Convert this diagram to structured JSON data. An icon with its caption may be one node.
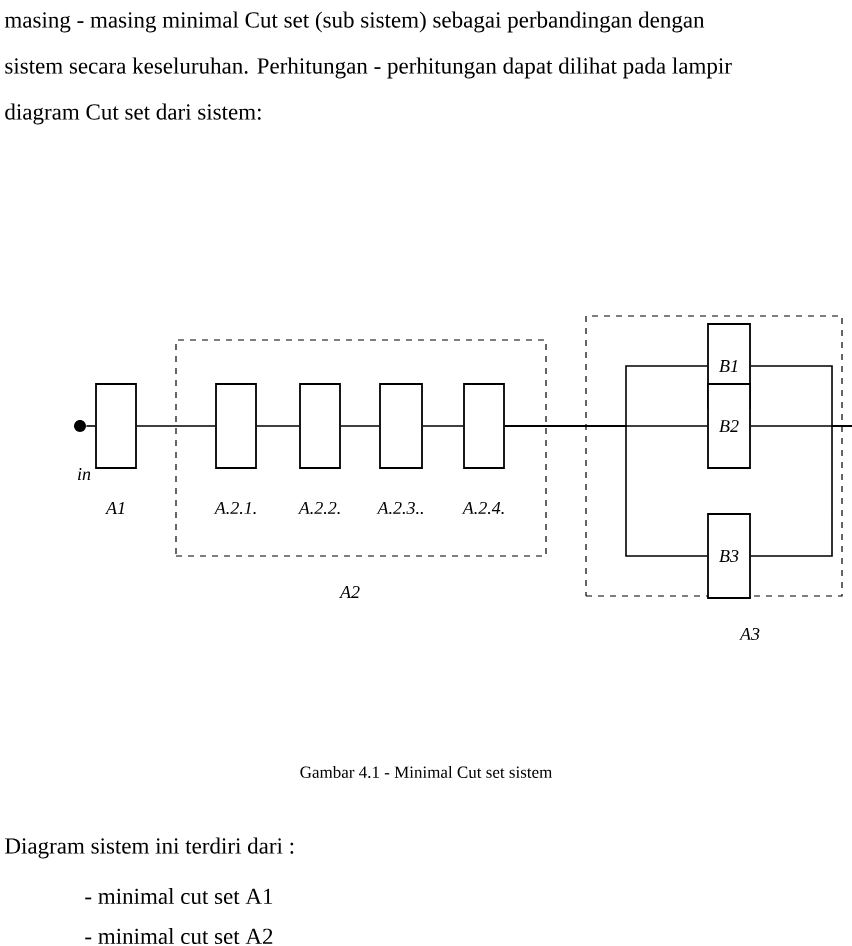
{
  "diagram": {
    "caption": "Gambar 4.1 - Minimal Cut set sistem",
    "nodes": [
      {
        "text": [],
        "shape": "circle"
      },
      {
        "text": [
          "A1"
        ]
      },
      {
        "text": [
          "A2"
        ]
      },
      {
        "text": [
          "A.2.1."
        ],
        "in": 2
      },
      {
        "text": [
          "A.2.2."
        ],
        "in": 2
      },
      {
        "text": [
          "A.2.3.."
        ],
        "in": 2
      },
      {
        "text": [
          "A.2.4."
        ],
        "in": 2
      },
      {
        "text": [
          "A3"
        ]
      },
      {
        "text": [
          "B1"
        ],
        "in": 7
      },
      {
        "text": [
          "B2"
        ],
        "in": 7
      },
      {
        "text": [
          "B3"
        ],
        "in": 7
      }
    ],
    "edges": [
      {
        "from": 0,
        "to": 1,
        "arrow": "none"
      },
      {
        "from": 1,
        "to": 3,
        "arrow": "none"
      },
      {
        "from": 3,
        "to": 4,
        "arrow": "none"
      },
      {
        "from": 4,
        "to": 5,
        "arrow": "none"
      },
      {
        "from": 5,
        "to": 6,
        "arrow": "none"
      },
      {
        "from": 6,
        "to": 8,
        "arrow": "none"
      },
      {
        "from": 6,
        "to": 9,
        "arrow": "none"
      },
      {
        "from": 6,
        "to": 10,
        "arrow": "none"
      },
      {
        "from": 8,
        "to": null,
        "arrow": "none"
      },
      {
        "from": 9,
        "to": null,
        "arrow": "none"
      },
      {
        "from": 10,
        "to": null,
        "arrow": "none"
      }
    ],
    "labels": [
      "masing - masing minimal Cut set (sub sistem) sebagai perbandingan dengan",
      "sistem secara keseluruhan. Perhitungan - perhitungan dapat dilihat pada lampir",
      "diagram Cut set dari sistem:",
      "in",
      "Diagram sistem ini terdiri dari :",
      "- minimal cut set A1",
      "- minimal cut set A2"
    ]
  }
}
